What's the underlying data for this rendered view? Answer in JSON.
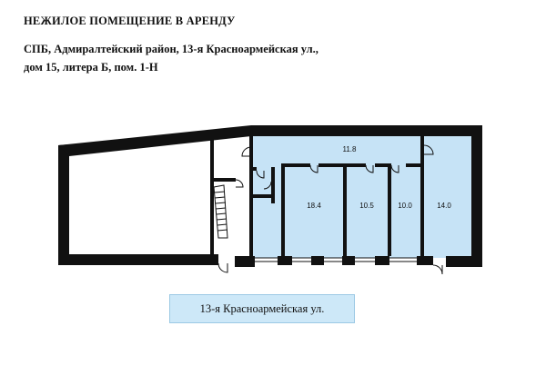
{
  "header": {
    "title": "НЕЖИЛОЕ ПОМЕЩЕНИЕ В АРЕНДУ",
    "address_line1": "СПБ, Адмиралтейский район, 13-я Красноармейская ул.,",
    "address_line2": "дом 15, литера Б, пом. 1-Н"
  },
  "plan": {
    "rooms": [
      {
        "id": "r1",
        "area": "11.8"
      },
      {
        "id": "r2",
        "area": "18.4"
      },
      {
        "id": "r3",
        "area": "10.5"
      },
      {
        "id": "r4",
        "area": "10.0"
      },
      {
        "id": "r5",
        "area": "14.0"
      }
    ],
    "colors": {
      "rented_area": "#c6e3f6",
      "walls": "#111111",
      "background": "#ffffff"
    }
  },
  "street_label": "13-я Красноармейская ул."
}
